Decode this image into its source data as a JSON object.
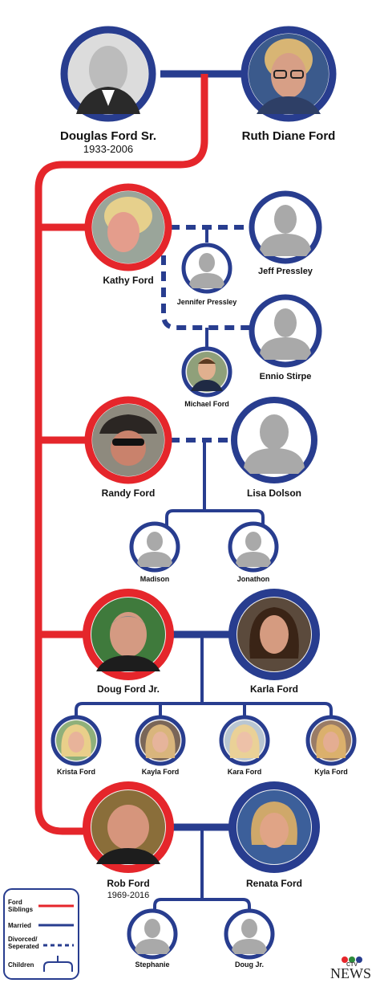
{
  "people": {
    "douglas": {
      "name": "Douglas Ford Sr.",
      "years": "1933-2006"
    },
    "ruth": {
      "name": "Ruth Diane Ford"
    },
    "kathy": {
      "name": "Kathy Ford"
    },
    "jeff": {
      "name": "Jeff Pressley"
    },
    "jennifer": {
      "name": "Jennifer Pressley"
    },
    "ennio": {
      "name": "Ennio Stirpe"
    },
    "michael": {
      "name": "Michael Ford"
    },
    "randy": {
      "name": "Randy Ford"
    },
    "lisa": {
      "name": "Lisa Dolson"
    },
    "madison": {
      "name": "Madison"
    },
    "jonathon": {
      "name": "Jonathon"
    },
    "doug": {
      "name": "Doug Ford Jr."
    },
    "karla": {
      "name": "Karla Ford"
    },
    "krista": {
      "name": "Krista Ford"
    },
    "kayla": {
      "name": "Kayla Ford"
    },
    "kara": {
      "name": "Kara Ford"
    },
    "kyla": {
      "name": "Kyla Ford"
    },
    "rob": {
      "name": "Rob Ford",
      "years": "1969-2016"
    },
    "renata": {
      "name": "Renata Ford"
    },
    "stephanie": {
      "name": "Stephanie"
    },
    "dougjr": {
      "name": "Doug Jr."
    }
  },
  "legend": {
    "siblings": "Ford Siblings",
    "married": "Married",
    "divorced": "Divorced/ Seperated",
    "children": "Children"
  },
  "brand": {
    "network": "CTV",
    "name": "NEWS"
  },
  "colors": {
    "ford_red": "#e5262b",
    "married_blue": "#283d8f",
    "silhouette": "#a9a9a9"
  }
}
